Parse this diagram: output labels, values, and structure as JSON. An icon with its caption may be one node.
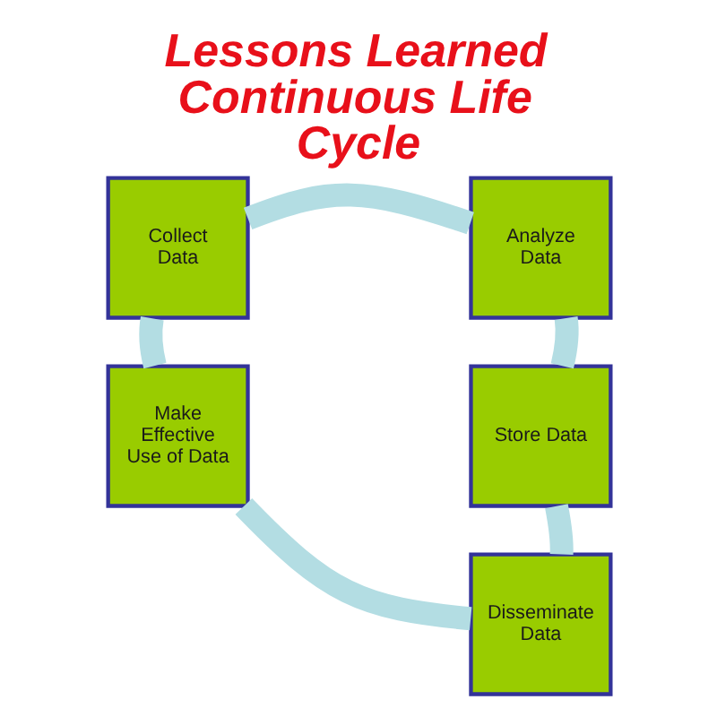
{
  "diagram": {
    "title": "Lessons Learned Continuous Life Cycle",
    "nodes": [
      {
        "text": [
          "Collect Data"
        ]
      },
      {
        "text": [
          "Analyze Data"
        ]
      },
      {
        "text": [
          "Make Effective Use of Data"
        ]
      },
      {
        "text": [
          "Store Data"
        ]
      },
      {
        "text": [
          "Disseminate Data"
        ]
      }
    ],
    "edges": [
      {
        "from": 0,
        "to": 1,
        "arrow": "none"
      },
      {
        "from": 1,
        "to": 3,
        "arrow": "none"
      },
      {
        "from": 3,
        "to": 4,
        "arrow": "none"
      },
      {
        "from": 4,
        "to": 2,
        "arrow": "none"
      },
      {
        "from": 2,
        "to": 0,
        "arrow": "none"
      }
    ]
  }
}
